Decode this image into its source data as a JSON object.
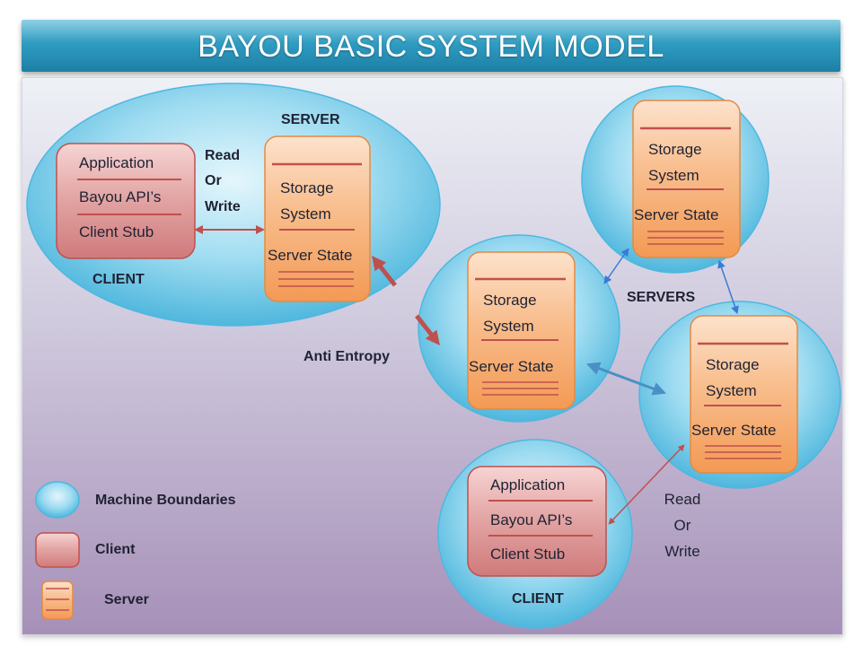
{
  "title": "BAYOU BASIC SYSTEM MODEL",
  "labels": {
    "server": "SERVER",
    "servers": "SERVERS",
    "client_top": "CLIENT",
    "client_bottom": "CLIENT",
    "anti_entropy": "Anti Entropy",
    "read_or_write_top": [
      "Read",
      "Or",
      "Write"
    ],
    "read_or_write_bottom": [
      "Read",
      "Or",
      "Write"
    ]
  },
  "client_box": {
    "application": "Application",
    "api": "Bayou API’s",
    "stub": "Client Stub"
  },
  "server_box": {
    "storage_line1": "Storage",
    "storage_line2": "System",
    "state": "Server State"
  },
  "legend": {
    "machine": "Machine Boundaries",
    "client": "Client",
    "server": "Server"
  },
  "colors": {
    "machine_blue": "#5bc5ea",
    "client_red": "#d9787b",
    "server_orange": "#f5a465",
    "arrow_red": "#c0504d",
    "arrow_blue": "#3a7bd5",
    "text_dark": "#1f2233"
  }
}
